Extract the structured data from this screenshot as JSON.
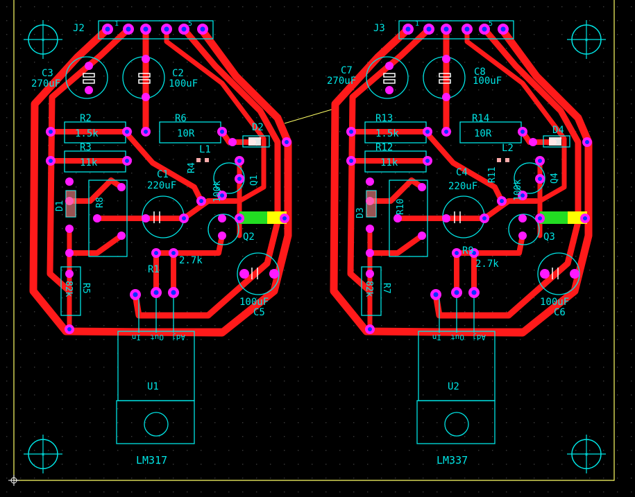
{
  "colors": {
    "background": "#000000",
    "grid_dot": "#3a3a3a",
    "trace": "#ff1a1a",
    "silkscreen": "#00e5e5",
    "outline": "#ffff66",
    "pad": "#ff1aff",
    "via": "#0033ff",
    "highlight_green": "#22dd22",
    "highlight_yellow": "#ffff00",
    "white": "#ffffff"
  },
  "left": {
    "connector": "J2",
    "pin1": "1",
    "pin5": "5",
    "cap_c3": {
      "ref": "C3",
      "value": "270uF"
    },
    "cap_c2": {
      "ref": "C2",
      "value": "100uF"
    },
    "res_r2": {
      "ref": "R2",
      "value": "1.5k"
    },
    "res_r6": {
      "ref": "R6",
      "value": "10R"
    },
    "res_r3": {
      "ref": "R3",
      "value": "11k"
    },
    "diode_d2": "D2",
    "inductor": "L1",
    "res_r4": {
      "ref": "R4",
      "value": "100k"
    },
    "trans_q1": "Q1",
    "cap_c1": {
      "ref": "C1",
      "value": "220uF"
    },
    "diode_d1": "D1",
    "res_r8": "R8",
    "trans_q2": "Q2",
    "res_r1": {
      "ref": "R1",
      "value": "2.7k"
    },
    "res_r5": {
      "ref": "R5",
      "value": "82k"
    },
    "cap_c5": {
      "ref": "C5",
      "value": "100uF"
    },
    "reg_pins": [
      "In",
      "Out",
      "Adj"
    ],
    "reg_ref": "U1",
    "reg_part": "LM317"
  },
  "right": {
    "connector": "J3",
    "pin1": "1",
    "pin5": "5",
    "cap_c7": {
      "ref": "C7",
      "value": "270uF"
    },
    "cap_c8": {
      "ref": "C8",
      "value": "100uF"
    },
    "res_r13": {
      "ref": "R13",
      "value": "1.5k"
    },
    "res_r14": {
      "ref": "R14",
      "value": "10R"
    },
    "res_r12": {
      "ref": "R12",
      "value": "11k"
    },
    "diode_d4": "D4",
    "inductor": "L2",
    "res_r11": {
      "ref": "R11",
      "value": "100k"
    },
    "trans_q4": "Q4",
    "cap_c4": {
      "ref": "C4",
      "value": "220uF"
    },
    "diode_d3": "D3",
    "res_r10": "R10",
    "trans_q3": "Q3",
    "res_r9": {
      "ref": "R9",
      "value": "2.7k"
    },
    "res_r7": {
      "ref": "R7",
      "value": "82k"
    },
    "cap_c6": {
      "ref": "C6",
      "value": "100uF"
    },
    "reg_pins": [
      "In",
      "Out",
      "Adj"
    ],
    "reg_ref": "U2",
    "reg_part": "LM337"
  }
}
